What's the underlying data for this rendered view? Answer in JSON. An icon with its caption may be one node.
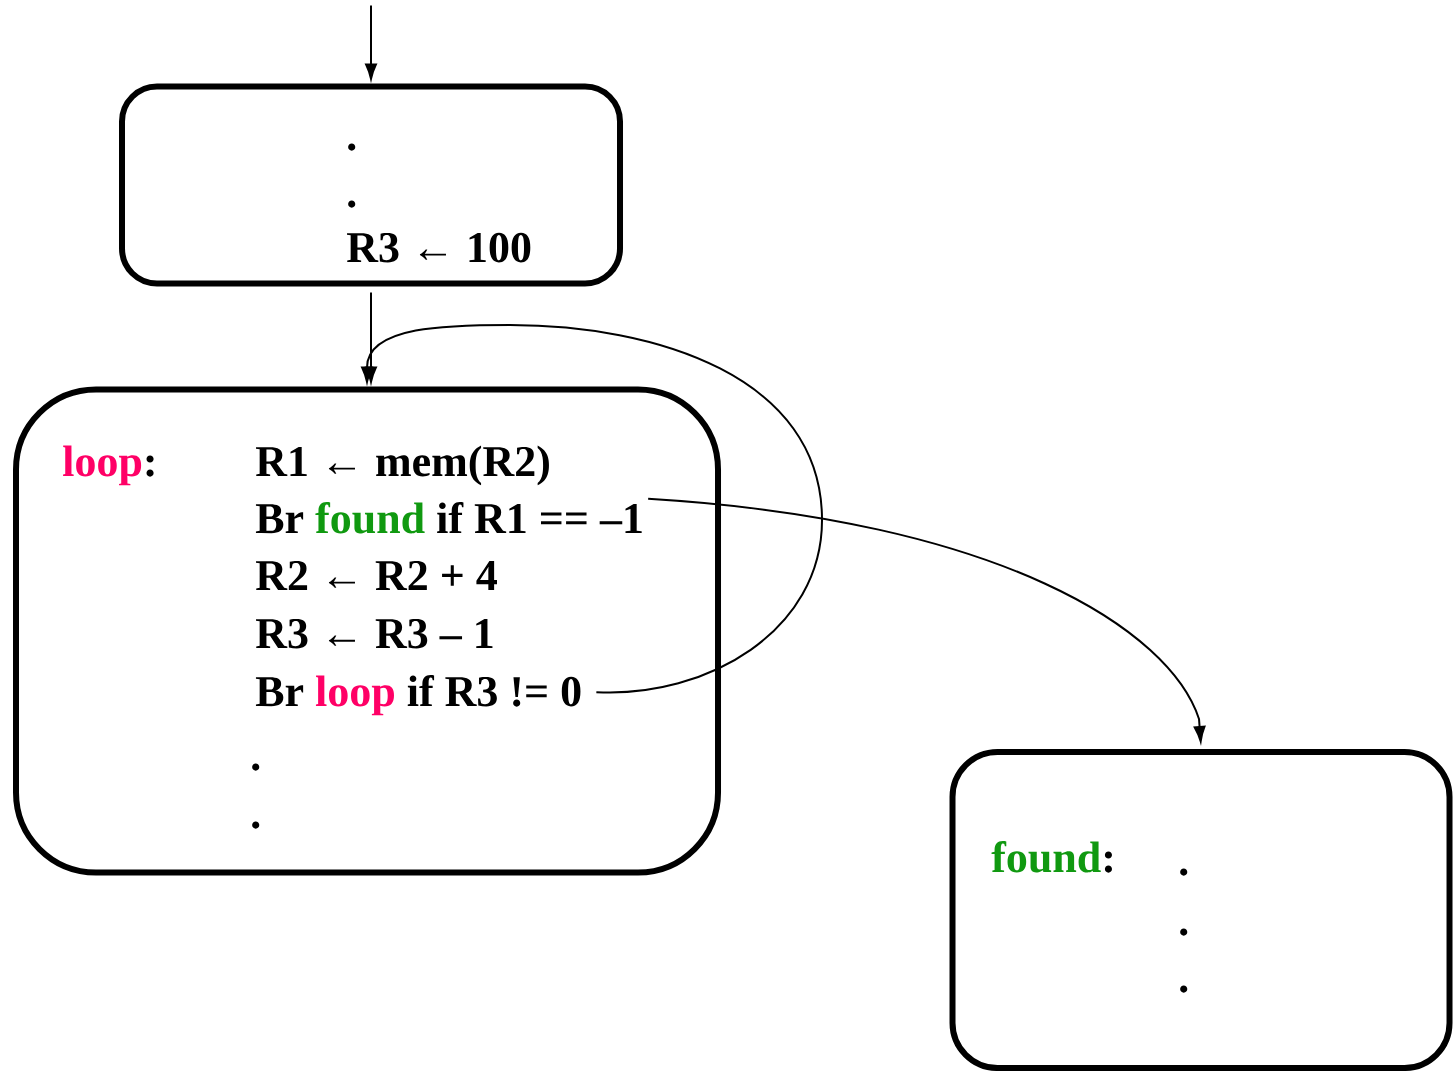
{
  "diagram": {
    "nodes": [
      {
        "text": [
          ".",
          ".",
          "R3 ← 100"
        ]
      },
      {
        "text": [
          "loop",
          ":",
          "R1 ← mem(R2)",
          "Br",
          "found",
          "if R1 == –1",
          "R2 ← R2 + 4",
          "R3 ← R3 – 1",
          "Br",
          "loop",
          "if R3 != 0",
          ".",
          "."
        ]
      },
      {
        "text": [
          "found",
          ":",
          ".",
          ".",
          "."
        ]
      }
    ],
    "edges": [
      {
        "from": null,
        "to": 0,
        "arrow": "to"
      },
      {
        "from": 0,
        "to": 1,
        "arrow": "to"
      },
      {
        "from": 1,
        "to": 1,
        "arrow": "to"
      },
      {
        "from": 1,
        "to": 2,
        "arrow": "to"
      }
    ]
  }
}
